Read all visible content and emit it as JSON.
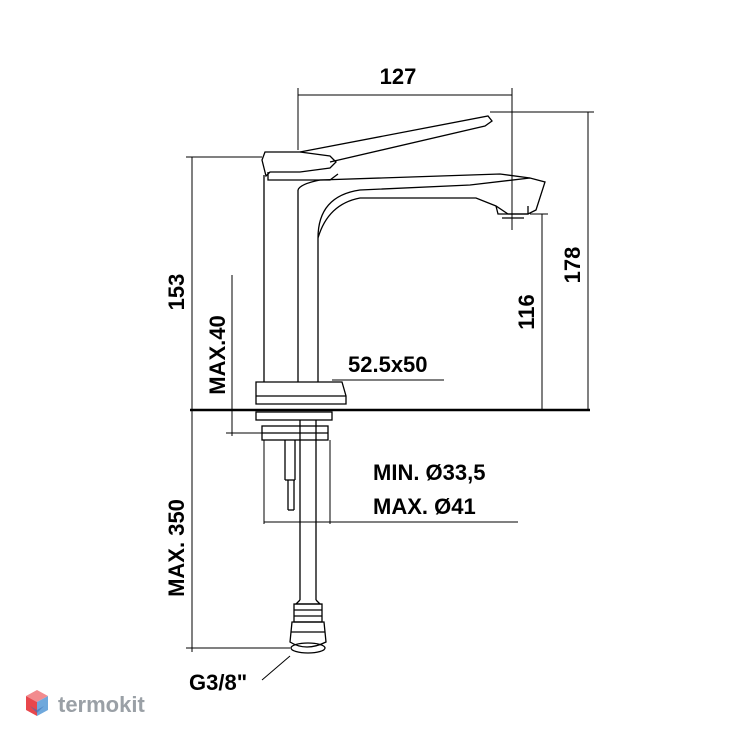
{
  "dimensions": {
    "spout_reach": "127",
    "body_height": "153",
    "total_height": "178",
    "spout_height": "116",
    "max_deck_thickness": "MAX.40",
    "base_size": "52.5x50",
    "hole_min": "MIN. Ø33,5",
    "hole_max": "MAX. Ø41",
    "max_hose_length": "MAX. 350",
    "connection": "G3/8\""
  },
  "watermark": {
    "text": "termokit",
    "logo_colors": [
      "#e8474c",
      "#f28b8e",
      "#6fa8dc",
      "#3d6fb6"
    ]
  }
}
